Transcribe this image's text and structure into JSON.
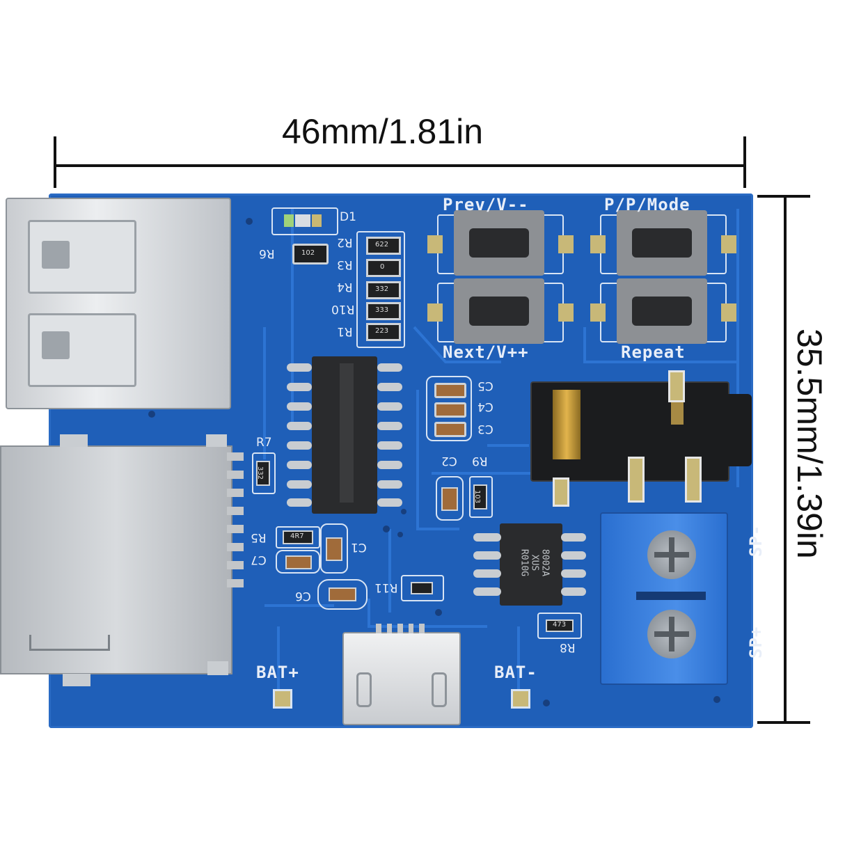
{
  "dimensions": {
    "width_label": "46mm/1.81in",
    "height_label": "35.5mm/1.39in"
  },
  "board": {
    "color": "#1f5fb8",
    "buttons": {
      "prev": "Prev/V--",
      "mode": "P/P/Mode",
      "next": "Next/V++",
      "repeat": "Repeat"
    },
    "power": {
      "bat_plus": "BAT+",
      "bat_minus": "BAT-"
    },
    "speaker": {
      "sp_minus": "SP-",
      "sp_plus": "SP+"
    },
    "component_labels": {
      "d1": "D1",
      "r6": "R6",
      "r2": "R2",
      "r3": "R3",
      "r4": "R4",
      "r10": "R10",
      "r1": "R1",
      "c5": "C5",
      "c4": "C4",
      "c3": "C3",
      "r9": "R9",
      "c2": "C2",
      "r7": "R7",
      "r5": "R5",
      "c7": "C7",
      "c1": "C1",
      "c6": "C6",
      "r11": "R11",
      "r8": "R8"
    },
    "component_markings": {
      "r6": "102",
      "r2": "622",
      "r3": "0",
      "r4": "332",
      "r10": "333",
      "r1": "223",
      "r7": "332",
      "r5": "4R7",
      "r9": "103",
      "r8": "473",
      "amp_chip_line1": "8002A",
      "amp_chip_line2": "XUS R010G"
    }
  }
}
